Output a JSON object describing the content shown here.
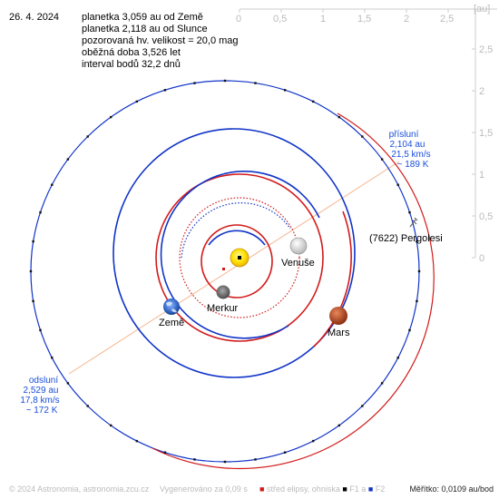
{
  "date": "26. 4. 2024",
  "info_lines": [
    "planetka 3,059 au od Země",
    "planetka 2,118 au od Slunce",
    "pozorovaná hv. velikost = 20,0 mag",
    "oběžná doba 3,526 let",
    "interval bodů 32,2 dnů"
  ],
  "axis": {
    "unit": "[au]",
    "x_ticks": [
      "0",
      "0,5",
      "1",
      "1,5",
      "2",
      "2,5"
    ],
    "y_ticks": [
      "2,5",
      "2",
      "1,5",
      "1",
      "0,5",
      "0"
    ]
  },
  "perihelion": {
    "title": "přísluní",
    "distance": "2,104 au",
    "speed": "21,5 km/s",
    "temp": "~ 189 K"
  },
  "aphelion": {
    "title": "odsluní",
    "distance": "2,529 au",
    "speed": "17,8 km/s",
    "temp": "~ 172 K"
  },
  "bodies": {
    "asteroid": "(7622) Pergolesi",
    "venus": "Venuše",
    "mercury": "Merkur",
    "earth": "Země",
    "mars": "Mars"
  },
  "colors": {
    "orbit_blue": "#1033c8",
    "orbit_red": "#d21a1a",
    "label_blue": "#1a4fd8",
    "axis_gray": "#bbbbbb"
  },
  "footer": {
    "copyright": "© 2024 Astronomia, astronomia.zcu.cz",
    "generated": "Vygenerováno za 0,09 s",
    "legend_center": "střed elipsy, ohniska",
    "legend_f1": "F1 a",
    "legend_f2": "F2",
    "scale": "Měřítko: 0,0109 au/bod"
  }
}
